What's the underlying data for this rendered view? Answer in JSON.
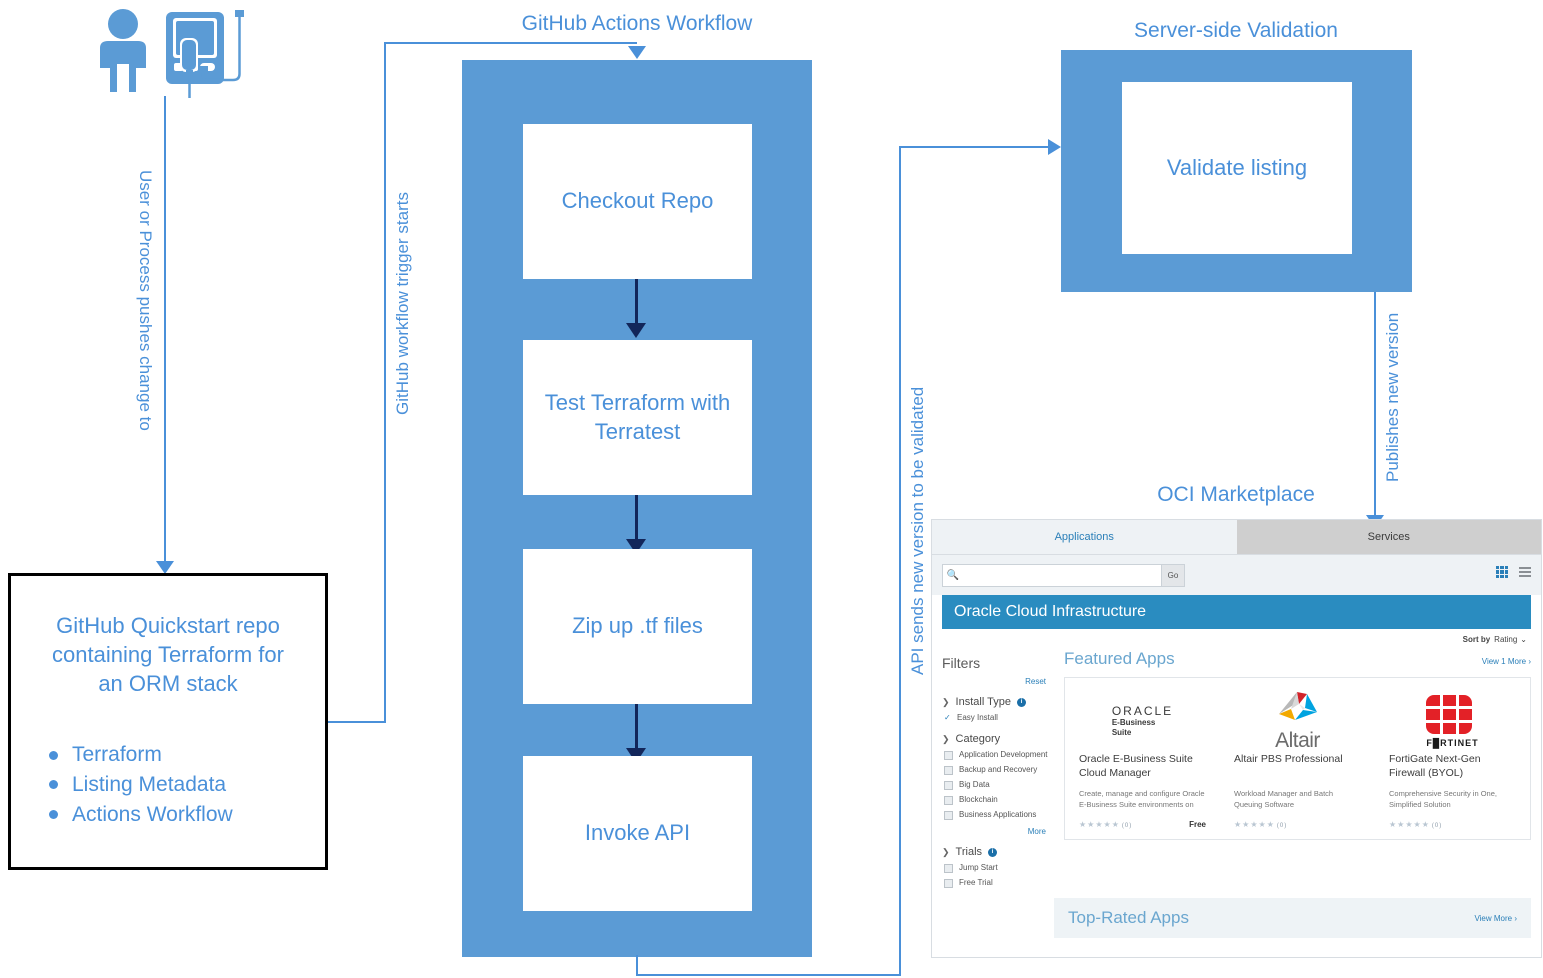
{
  "diagram": {
    "title_labels": {
      "github_actions_workflow": "GitHub Actions Workflow",
      "server_side_validation": "Server-side Validation",
      "oci_marketplace": "OCI Marketplace"
    },
    "connector_labels": {
      "user_push": "User or Process pushes change to",
      "workflow_trigger": "GitHub workflow trigger starts",
      "api_sends": "API sends new version to be validated",
      "publishes": "Publishes new version"
    },
    "repo_box": {
      "title": "GitHub Quickstart repo containing Terraform for an ORM stack",
      "items": [
        "Terraform",
        "Listing Metadata",
        "Actions Workflow"
      ]
    },
    "workflow_steps": [
      "Checkout Repo",
      "Test Terraform with Terratest",
      "Zip up .tf files",
      "Invoke API"
    ],
    "validation_step": "Validate listing",
    "icons": {
      "person": "person-icon",
      "device": "device-icon"
    },
    "colors": {
      "accent_blue": "#4a90d9",
      "container_blue": "#5b9bd5",
      "arrow_dark": "#12265a",
      "repo_border": "#000000"
    }
  },
  "marketplace": {
    "tabs": [
      {
        "label": "Applications",
        "active": true
      },
      {
        "label": "Services",
        "active": false
      }
    ],
    "search": {
      "value": "",
      "placeholder": "",
      "button_label": "Go",
      "icon": "search-icon"
    },
    "view_toggle": {
      "grid": "grid-view-icon",
      "list": "list-view-icon",
      "active": "grid"
    },
    "banner": "Oracle Cloud Infrastructure",
    "sort": {
      "label": "Sort by",
      "value": "Rating"
    },
    "filters": {
      "title": "Filters",
      "reset": "Reset",
      "more": "More",
      "groups": [
        {
          "name": "Install Type",
          "has_info": true,
          "items": [
            {
              "label": "Easy Install",
              "checked": true
            }
          ]
        },
        {
          "name": "Category",
          "has_info": false,
          "items": [
            {
              "label": "Application Development",
              "checked": false
            },
            {
              "label": "Backup and Recovery",
              "checked": false
            },
            {
              "label": "Big Data",
              "checked": false
            },
            {
              "label": "Blockchain",
              "checked": false
            },
            {
              "label": "Business Applications",
              "checked": false
            }
          ]
        },
        {
          "name": "Trials",
          "has_info": true,
          "items": [
            {
              "label": "Jump Start",
              "checked": false
            },
            {
              "label": "Free Trial",
              "checked": false
            }
          ]
        }
      ]
    },
    "featured": {
      "title": "Featured Apps",
      "view_more": "View 1 More",
      "cards": [
        {
          "logo_kind": "oracle",
          "logo_word": "ORACLE",
          "logo_sub": "E-Business\nSuite",
          "name": "Oracle E-Business Suite Cloud Manager",
          "description": "Create, manage and configure Oracle E-Business Suite environments on",
          "rating_count": "(0)",
          "price": "Free"
        },
        {
          "logo_kind": "altair",
          "logo_word": "Altair",
          "name": "Altair PBS Professional",
          "description": "Workload Manager and Batch Queuing Software",
          "rating_count": "(0)",
          "price": ""
        },
        {
          "logo_kind": "fortinet",
          "logo_word": "F█RTINET",
          "name": "FortiGate Next-Gen Firewall (BYOL)",
          "description": "Comprehensive Security in One, Simplified Solution",
          "rating_count": "(0)",
          "price": ""
        }
      ]
    },
    "top_rated": {
      "title": "Top-Rated Apps",
      "view_more": "View More"
    }
  }
}
